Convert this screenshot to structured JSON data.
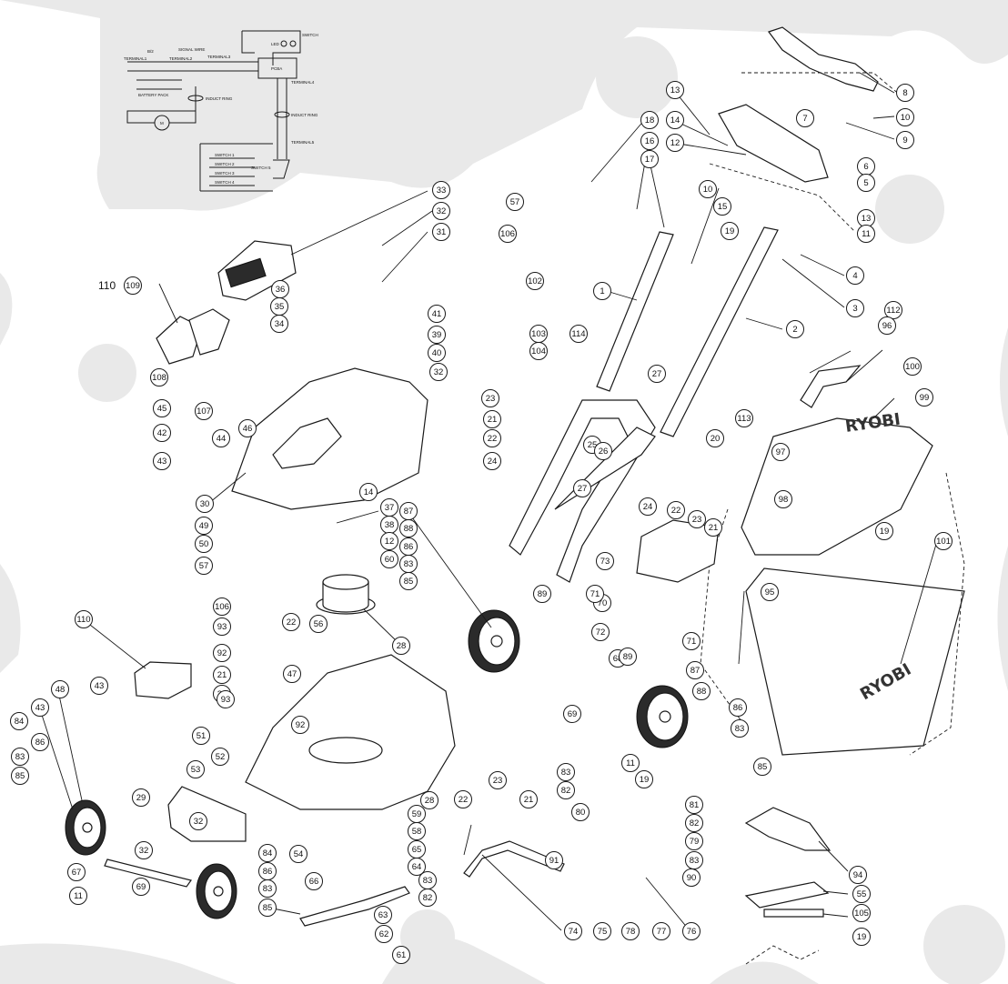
{
  "callouts": [
    "8",
    "10",
    "9",
    "13",
    "14",
    "6",
    "7",
    "12",
    "5",
    "13",
    "11",
    "18",
    "16",
    "17",
    "10",
    "15",
    "19",
    "57",
    "106",
    "4",
    "3",
    "1",
    "2",
    "102",
    "103",
    "104",
    "114",
    "27",
    "23",
    "21",
    "22",
    "24",
    "20",
    "25",
    "26",
    "113",
    "27",
    "24",
    "22",
    "23",
    "21",
    "73",
    "70",
    "71",
    "72",
    "71",
    "33",
    "32",
    "31",
    "36",
    "35",
    "34",
    "41",
    "39",
    "40",
    "109",
    "108",
    "45",
    "107",
    "46",
    "44",
    "42",
    "43",
    "32",
    "30",
    "14",
    "37",
    "38",
    "12",
    "60",
    "49",
    "50",
    "57",
    "106",
    "56",
    "28",
    "93",
    "92",
    "22",
    "21",
    "23",
    "47",
    "110",
    "88",
    "86",
    "83",
    "85",
    "87",
    "89",
    "68",
    "69",
    "89",
    "87",
    "88",
    "86",
    "83",
    "85",
    "112",
    "96",
    "100",
    "99",
    "97",
    "98",
    "19",
    "101",
    "95",
    "48",
    "43",
    "43",
    "51",
    "84",
    "86",
    "83",
    "85",
    "93",
    "92",
    "52",
    "53",
    "29",
    "32",
    "28",
    "22",
    "23",
    "21",
    "11",
    "19",
    "83",
    "82",
    "81",
    "80",
    "82",
    "79",
    "83",
    "90",
    "91",
    "67",
    "32",
    "69",
    "11",
    "84",
    "86",
    "83",
    "85",
    "54",
    "59",
    "58",
    "65",
    "64",
    "66",
    "63",
    "62",
    "61",
    "83",
    "82",
    "74",
    "75",
    "78",
    "77",
    "76",
    "94",
    "55",
    "105",
    "19"
  ],
  "free_labels": {
    "assembly_110": "110"
  },
  "brand": {
    "deck": "RYOBI",
    "catcher": "RYOBI"
  },
  "schematic": {
    "labels": [
      "LED",
      "SWITCH",
      "SIGNAL WIRE",
      "B/2",
      "TERMINAL1",
      "TERMINAL2",
      "TERMINAL3",
      "PCBA",
      "BATTERY PACK",
      "INDUCT RING",
      "TERMINAL4",
      "INDUCT RING",
      "TERMINAL5",
      "M",
      "SWITCH 1",
      "SWITCH 2",
      "SWITCH 3",
      "SWITCH 4",
      "SWITCH 5"
    ]
  },
  "colors": {
    "background": "#ffffff",
    "blob": "#e9e9e9",
    "ink": "#1a1a1a"
  }
}
